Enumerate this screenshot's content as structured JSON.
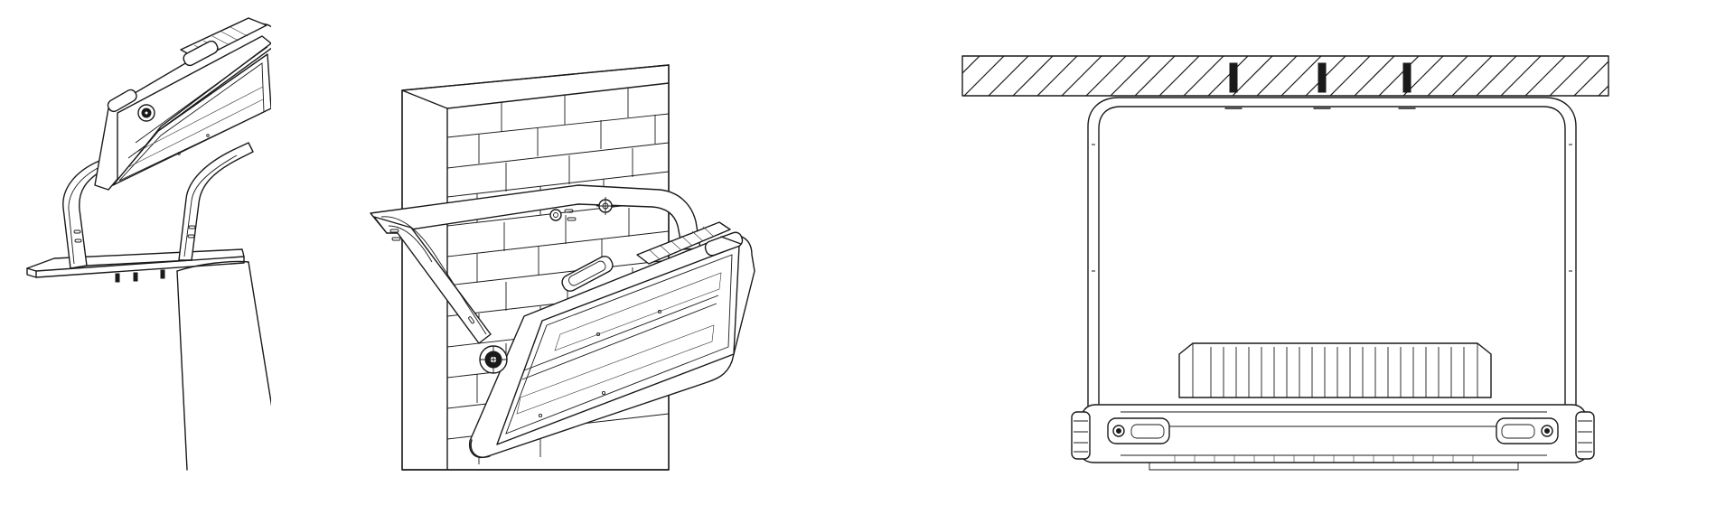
{
  "figure": {
    "views": [
      {
        "id": "pole-mount",
        "icon": "pole-mounted-floodlight-drawing"
      },
      {
        "id": "wall-mount",
        "icon": "wall-mounted-floodlight-drawing"
      },
      {
        "id": "ceiling-mount",
        "icon": "ceiling-mounted-floodlight-drawing"
      }
    ],
    "colors": {
      "line": "#1a1a1a",
      "background": "#ffffff",
      "bolt": "#1a1a1a"
    }
  }
}
